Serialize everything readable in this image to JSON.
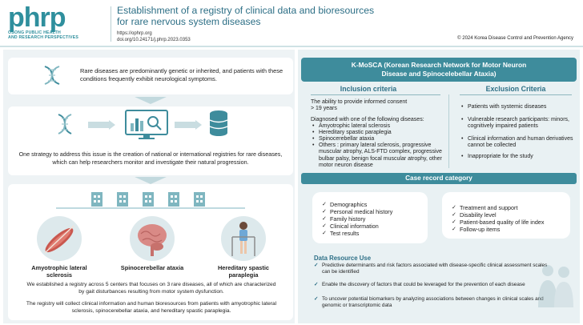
{
  "header": {
    "logo_word": "phrp",
    "logo_sub_1": "OSONG PUBLIC HEALTH",
    "logo_sub_2": "AND RESEARCH PERSPECTIVES",
    "title_line1": "Establishment of a registry of clinical data and bioresources",
    "title_line2": "for rare nervous system diseases",
    "url": "https://ophrp.org",
    "doi": "doi.org/10.24171/j.phrp.2023.0353",
    "copyright": "© 2024 Korea Disease Control and Prevention Agency"
  },
  "left": {
    "intro": "Rare diseases are predominantly genetic or inherited, and patients with these conditions frequently exhibit neurological symptoms.",
    "strategy": "One strategy to address this issue is the creation of national or international registries for rare diseases, which can help researchers monitor and investigate their natural progression.",
    "diseases": [
      {
        "line1": "Amyotrophic lateral",
        "line2": "sclerosis"
      },
      {
        "line1": "Spinocerebellar ataxia",
        "line2": ""
      },
      {
        "line1": "Hereditary spastic",
        "line2": "paraplegia"
      }
    ],
    "registry_text": "We established a registry across 5 centers that focuses on 3 rare diseases, all of which are characterized by gait disturbances resulting from motor system dysfunction.",
    "collect_text": "The registry will collect clinical information and human bioresources from patients with amyotrophic lateral sclerosis, spinocerebellar ataxia, and hereditary spastic paraplegia."
  },
  "right": {
    "banner_line1": "K-MoSCA (Korean Research Network for Motor Neuron",
    "banner_line2": "Disease and Spinocelebellar Ataxia)",
    "inclusion_title": "Inclusion criteria",
    "exclusion_title": "Exclusion Criteria",
    "inclusion_consent_1": "The ability to provide informed consent",
    "inclusion_consent_2": "> 19 years",
    "inclusion_diag": "Diagnosed with one of the following diseases:",
    "inclusion_items": [
      "Amyotrophic lateral sclerosis",
      "Hereditary spastic paraplegia",
      "Spinocerebellar ataxia",
      "Others : primary lateral sclerosis, progressive muscular atrophy, ALS-FTD complex, progressive bulbar palsy, benign focal muscular atrophy, other motor neuron disease"
    ],
    "exclusion_items": [
      "Patients with systemic diseases",
      "Vulnerable research participants: minors, cognitively impaired patients",
      "Clinical information and human derivatives cannot be collected",
      "Inappropriate for the study"
    ],
    "case_title": "Case record category",
    "case_left": [
      "Demographics",
      "Personal medical history",
      "Family history",
      "Clinical information",
      "Test results"
    ],
    "case_right": [
      "Treatment and support",
      "Disability level",
      "Patient-based quality of life index",
      "Follow-up items"
    ],
    "dru_title": "Data Resource Use",
    "dru_items": [
      "Predictive determinants and risk factors associated with disease-specific clinical assessment scales can be identified",
      "Enable the discovery of factors that could be leveraged for the prevention of each disease",
      "To uncover potential biomarkers by analyzing associations between changes in clinical scales and genomic or transcriptomic data"
    ]
  },
  "colors": {
    "teal": "#2f8f9d",
    "banner": "#3e8c9c",
    "title": "#2d6f86"
  },
  "icons": [
    "dna-icon",
    "monitor-chart-icon",
    "database-icon",
    "hospital-icon",
    "muscle-icon",
    "brain-icon",
    "walker-patient-icon",
    "medical-team-icon"
  ]
}
